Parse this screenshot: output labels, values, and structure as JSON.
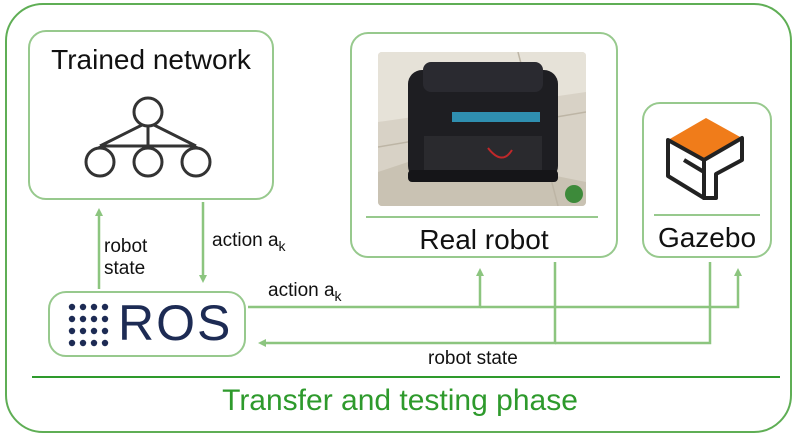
{
  "trained_network": {
    "title": "Trained network",
    "icon": "neural-network-tree-icon"
  },
  "real_robot": {
    "label": "Real robot",
    "image": "robot-photo"
  },
  "gazebo": {
    "label": "Gazebo",
    "icon": "gazebo-logo"
  },
  "ros": {
    "label": "ROS",
    "icon": "ros-dots-icon"
  },
  "arrows": {
    "robot_state_left_1": "robot",
    "robot_state_left_2": "state",
    "action_top": "action a",
    "action_sub": "k",
    "action_mid": "action a",
    "action_mid_sub": "k",
    "robot_state_bottom": "robot state"
  },
  "phase_label": "Transfer and testing phase",
  "colors": {
    "accent_green": "#2e9a2c",
    "border_green": "#97c98d",
    "arrow_green": "#8cc57f",
    "ros_navy": "#1d2b54",
    "gazebo_orange": "#f07c1a"
  }
}
